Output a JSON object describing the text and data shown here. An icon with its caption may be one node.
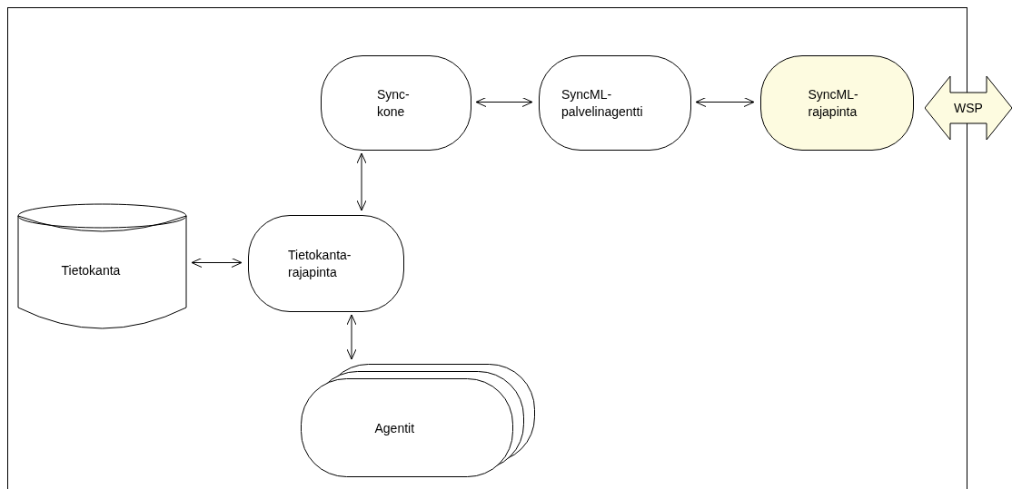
{
  "diagram": {
    "nodes": [
      {
        "text": [],
        "shape": "box"
      },
      {
        "text": [
          "Sync- kone"
        ],
        "in": 0
      },
      {
        "text": [
          "SyncML- palvelinagentti"
        ],
        "in": 0
      },
      {
        "text": [
          "SyncML- rajapinta"
        ],
        "in": 0
      },
      {
        "text": [
          "WSP"
        ]
      },
      {
        "text": [
          "Tietokanta"
        ],
        "in": 0
      },
      {
        "text": [
          "Tietokanta- rajapinta"
        ],
        "in": 0
      },
      {
        "text": [
          "Agentit"
        ],
        "in": 0
      }
    ],
    "edges": [
      {
        "from": 1,
        "to": 2,
        "arrow": "both"
      },
      {
        "from": 2,
        "to": 3,
        "arrow": "both"
      },
      {
        "from": 1,
        "to": 6,
        "arrow": "both"
      },
      {
        "from": 5,
        "to": 6,
        "arrow": "both"
      },
      {
        "from": 6,
        "to": 7,
        "arrow": "both"
      }
    ]
  }
}
